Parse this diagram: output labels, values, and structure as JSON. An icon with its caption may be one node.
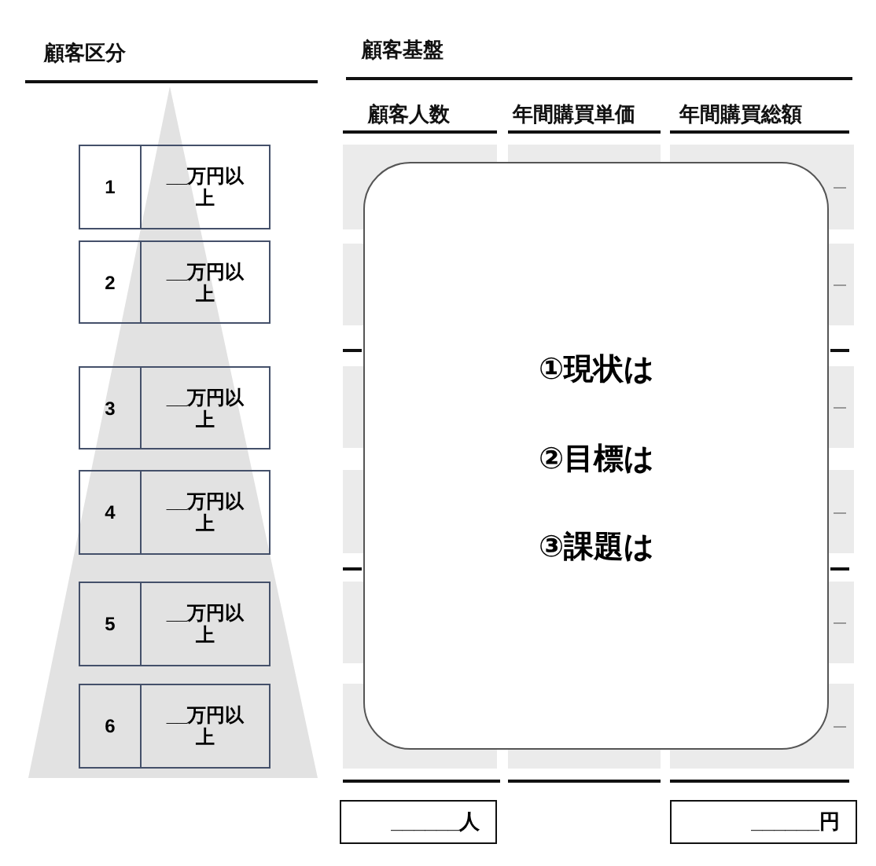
{
  "diagram": {
    "nodes": [
      {
        "text": [
          "1",
          "__万円以上"
        ]
      },
      {
        "text": [
          "2",
          "__万円以上"
        ]
      },
      {
        "text": [
          "3",
          "__万円以上"
        ]
      },
      {
        "text": [
          "4",
          "__万円以上"
        ]
      },
      {
        "text": [
          "5",
          "__万円以上"
        ]
      },
      {
        "text": [
          "6",
          "__万円以上"
        ]
      },
      {
        "text": [
          "①現状は",
          "②目標は",
          "③課題は"
        ]
      },
      {
        "text": [
          "______人"
        ]
      },
      {
        "text": [
          "______円"
        ]
      }
    ],
    "labels": [
      "顧客区分",
      "顧客基盤",
      "顧客人数",
      "年間購買単価",
      "年間購買総額"
    ]
  }
}
